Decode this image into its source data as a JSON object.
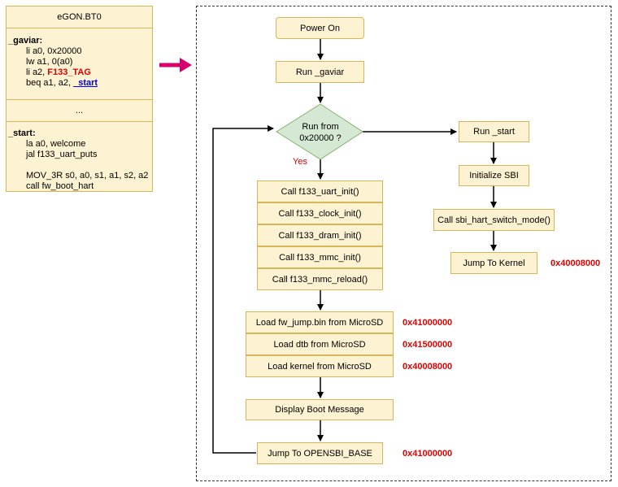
{
  "code_panel": {
    "title": "eGON.BT0",
    "gaviar_label": "_gaviar:",
    "gaviar_lines": [
      "li a0, 0x20000",
      "lw a1, 0(a0)"
    ],
    "li_a2_prefix": "li a2, ",
    "li_a2_tag": "F133_TAG",
    "beq_prefix": "beq a1, a2, ",
    "beq_target": "_start",
    "ellipsis": "...",
    "start_label": "_start:",
    "start_lines": [
      "la a0, welcome",
      "jal f133_uart_puts",
      "",
      "MOV_3R s0, a0, s1, a1, s2, a2",
      "call fw_boot_hart"
    ]
  },
  "flow": {
    "power_on": "Power On",
    "run_gaviar": "Run _gaviar",
    "decision_line1": "Run from",
    "decision_line2": "0x20000 ?",
    "yes_label": "Yes",
    "init_steps": [
      "Call f133_uart_init()",
      "Call f133_clock_init()",
      "Call f133_dram_init()",
      "Call f133_mmc_init()",
      "Call f133_mmc_reload()"
    ],
    "load_steps": [
      {
        "label": "Load fw_jump.bin from MicroSD",
        "addr": "0x41000000"
      },
      {
        "label": "Load dtb from MicroSD",
        "addr": "0x41500000"
      },
      {
        "label": "Load kernel from MicroSD",
        "addr": "0x40008000"
      }
    ],
    "display_boot": "Display Boot Message",
    "jump_opensbi": "Jump To OPENSBI_BASE",
    "jump_opensbi_addr": "0x41000000",
    "run_start": "Run _start",
    "init_sbi": "Initialize SBI",
    "hart_switch": "Call sbi_hart_switch_mode()",
    "jump_kernel": "Jump To Kernel",
    "jump_kernel_addr": "0x40008000"
  },
  "colors": {
    "box_fill": "#fdf3d3",
    "box_border": "#d6b656",
    "decision_fill": "#d5e8d4",
    "decision_border": "#82b366",
    "accent_arrow": "#d60070",
    "address_red": "#e00000"
  }
}
